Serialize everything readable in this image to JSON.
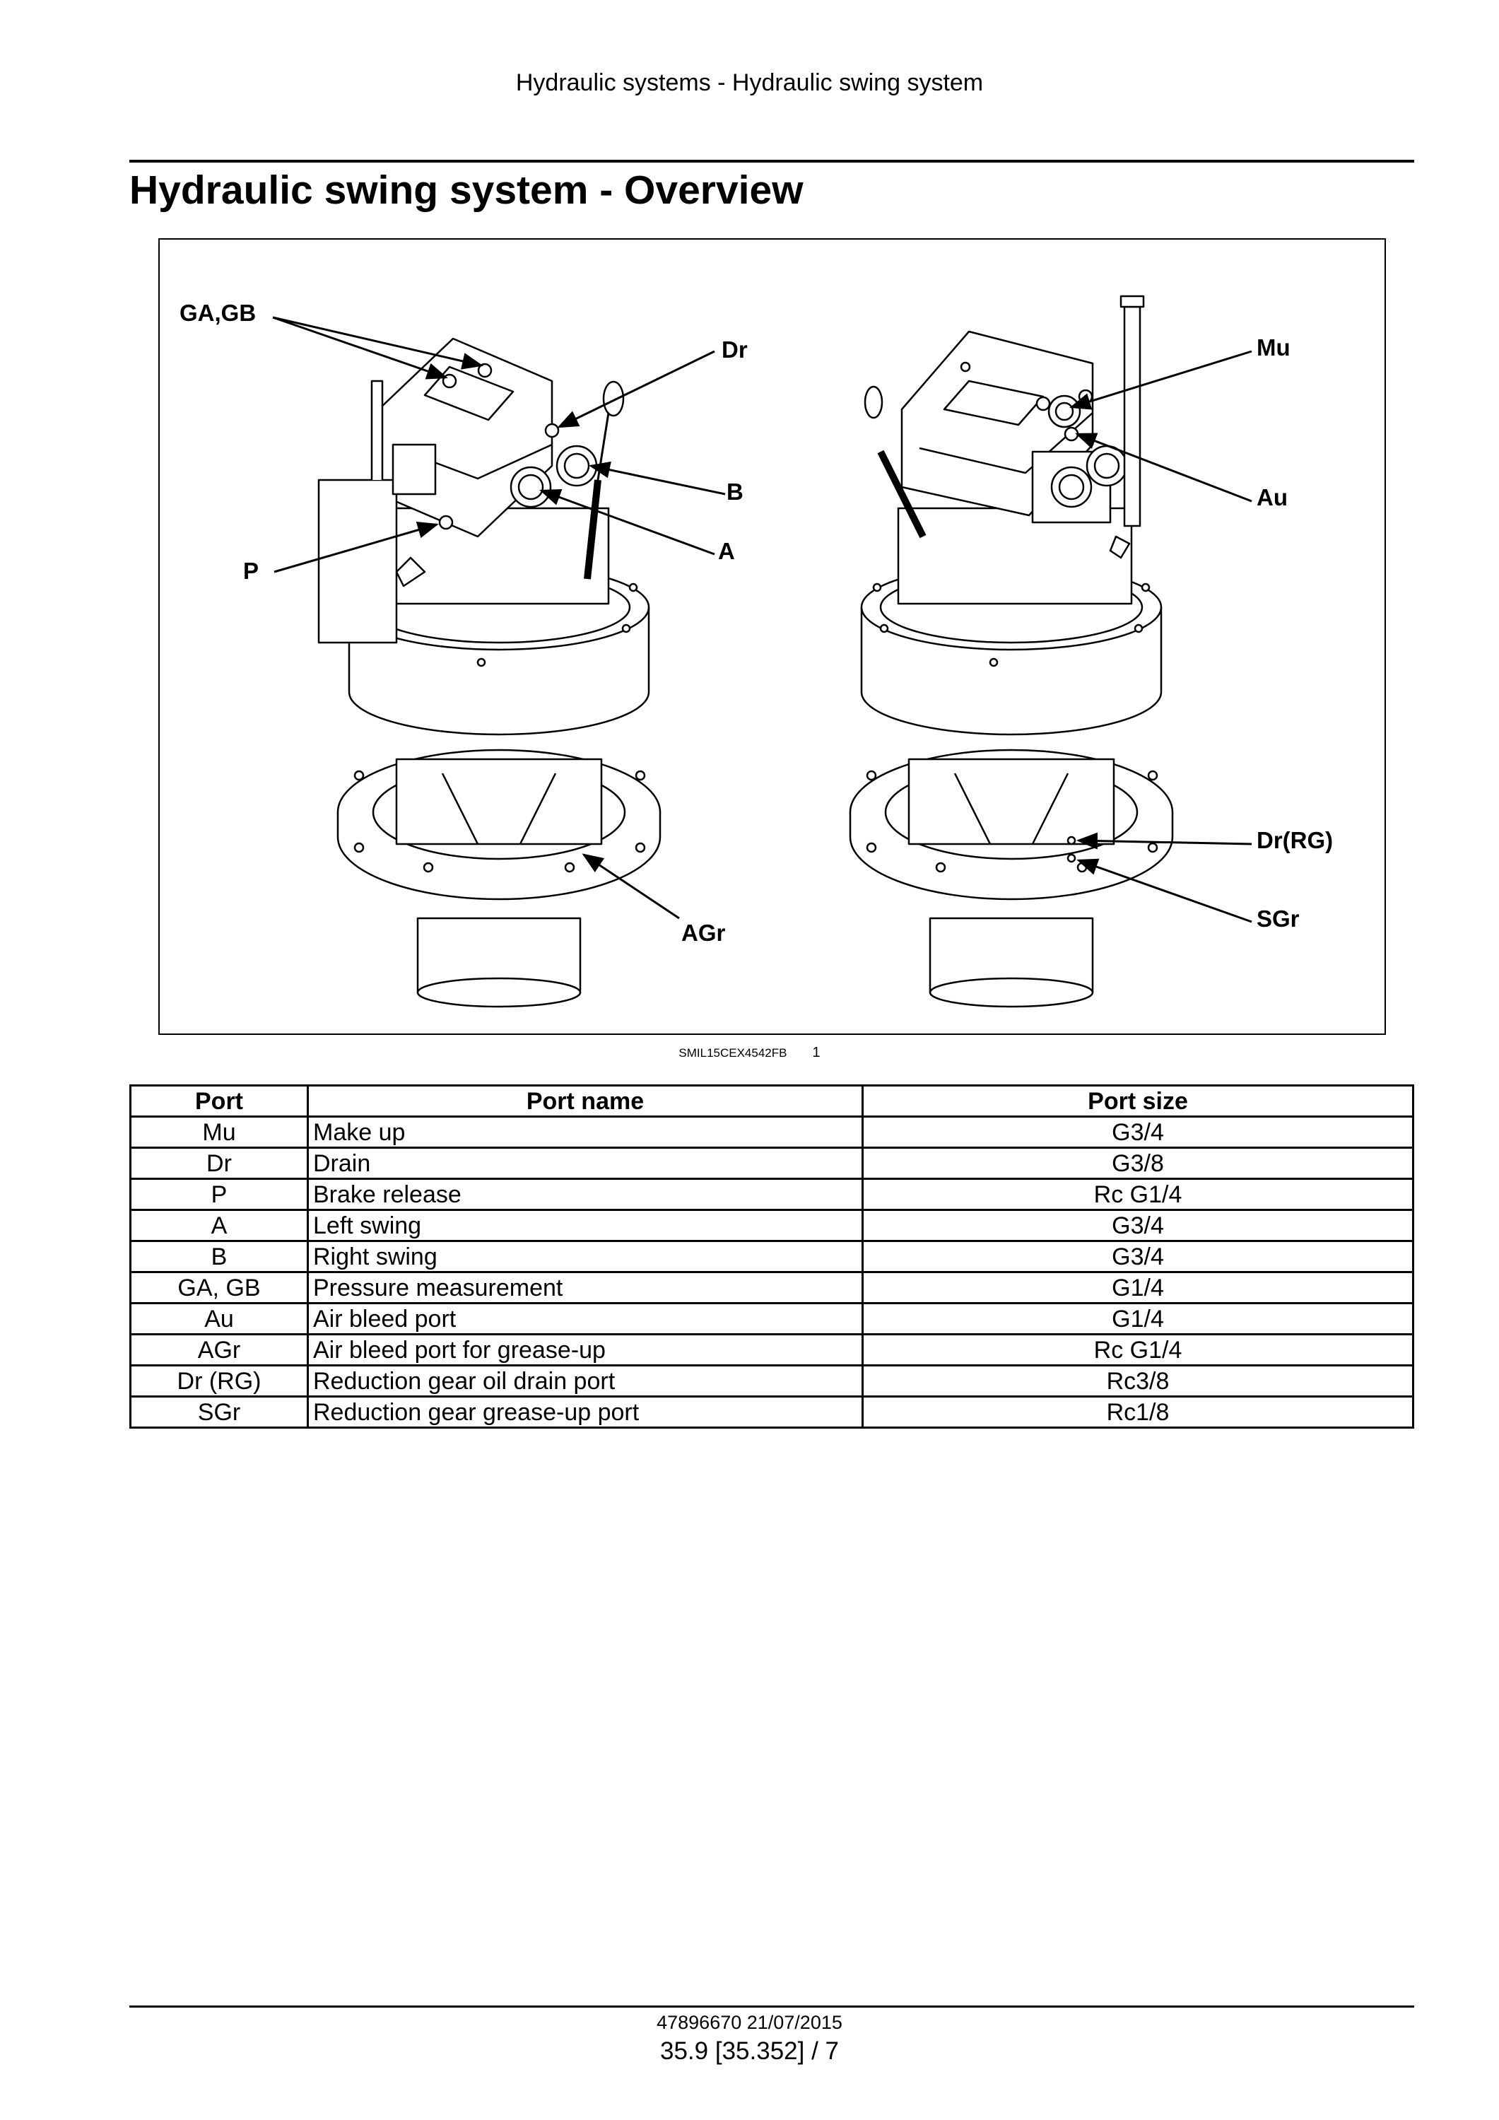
{
  "header": {
    "running_title": "Hydraulic systems - Hydraulic swing system"
  },
  "page": {
    "title": "Hydraulic swing system - Overview"
  },
  "figure": {
    "labels": {
      "ga_gb": "GA,GB",
      "dr": "Dr",
      "b": "B",
      "a": "A",
      "p": "P",
      "agr": "AGr",
      "mu": "Mu",
      "au": "Au",
      "dr_rg": "Dr(RG)",
      "sgr": "SGr"
    },
    "caption_code": "SMIL15CEX4542FB",
    "caption_number": "1"
  },
  "table": {
    "headers": [
      "Port",
      "Port name",
      "Port size"
    ],
    "rows": [
      [
        "Mu",
        "Make up",
        "G3/4"
      ],
      [
        "Dr",
        "Drain",
        "G3/8"
      ],
      [
        "P",
        "Brake release",
        "Rc G1/4"
      ],
      [
        "A",
        "Left swing",
        "G3/4"
      ],
      [
        "B",
        "Right swing",
        "G3/4"
      ],
      [
        "GA, GB",
        "Pressure measurement",
        "G1/4"
      ],
      [
        "Au",
        "Air bleed port",
        "G1/4"
      ],
      [
        "AGr",
        "Air bleed port for grease-up",
        "Rc G1/4"
      ],
      [
        "Dr (RG)",
        "Reduction gear oil drain port",
        "Rc3/8"
      ],
      [
        "SGr",
        "Reduction gear grease-up port",
        "Rc1/8"
      ]
    ]
  },
  "footer": {
    "doc_id": "47896670 21/07/2015",
    "page_ref": "35.9 [35.352] / 7"
  }
}
